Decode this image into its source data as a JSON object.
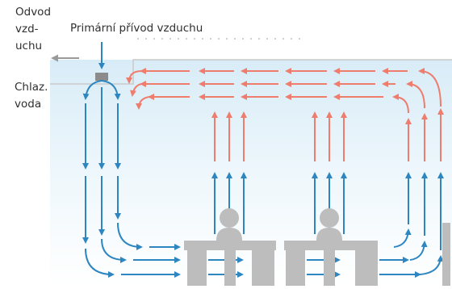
{
  "labels": {
    "odvod_line1": "Odvod",
    "odvod_line2": "vzd-",
    "odvod_line3": "uchu",
    "primarni": "Primární přívod vzduchu",
    "chlaz_line1": "Chlaz.",
    "chlaz_line2": "voda"
  },
  "colors": {
    "cool_air": "#2e86c1",
    "warm_air": "#ef7d6e",
    "fixture": "#bdbdbd",
    "ceiling_haze": "#d8ecf7",
    "arrow_out": "#9a9a9a"
  },
  "components": {
    "beam_unit": "chilled-beam-unit",
    "people": [
      "seated-person",
      "seated-person"
    ],
    "desks": [
      "desk",
      "desk"
    ],
    "side_panel": "wall-panel"
  }
}
